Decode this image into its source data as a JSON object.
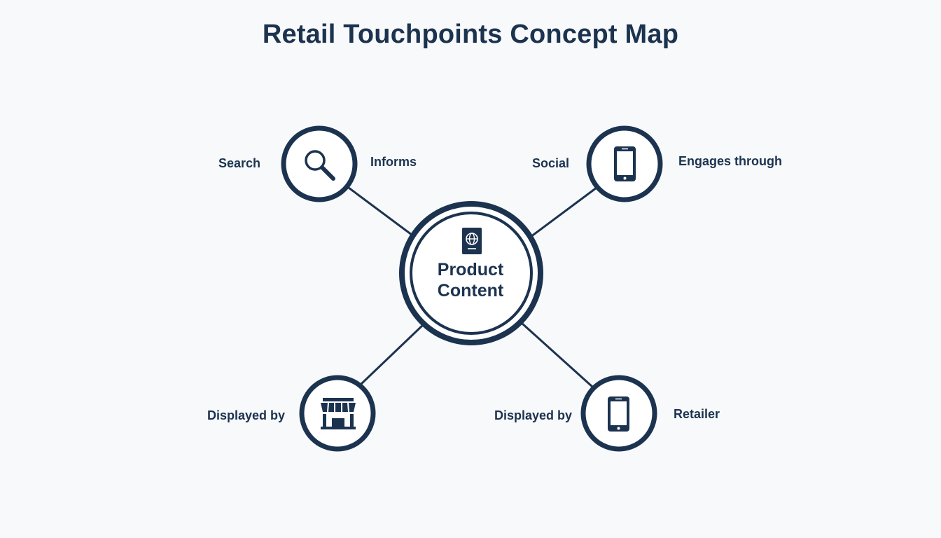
{
  "title": "Retail Touchpoints Concept Map",
  "colors": {
    "primary": "#1c3350",
    "background": "#f8f9fa",
    "node_fill": "#ffffff"
  },
  "center": {
    "line1": "Product",
    "line2": "Content",
    "icon": "passport-globe-icon"
  },
  "nodes": [
    {
      "id": "search",
      "icon": "search-icon",
      "label_left": "Search",
      "label_right": "Informs"
    },
    {
      "id": "social",
      "icon": "smartphone-icon",
      "label_left": "Social",
      "label_right": "Engages through"
    },
    {
      "id": "store",
      "icon": "storefront-icon",
      "label_left": "Displayed by",
      "label_right": ""
    },
    {
      "id": "retailer",
      "icon": "smartphone-icon",
      "label_left": "Displayed by",
      "label_right": "Retailer"
    }
  ]
}
